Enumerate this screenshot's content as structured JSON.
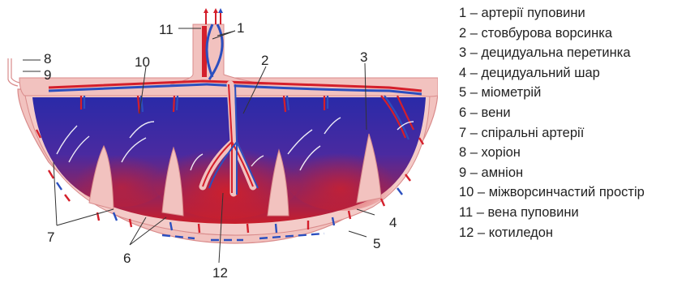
{
  "diagram": {
    "callouts": [
      "1",
      "2",
      "3",
      "4",
      "5",
      "6",
      "7",
      "8",
      "9",
      "10",
      "11",
      "12"
    ],
    "colors": {
      "tissue": "#f2c2bf",
      "tissue_edge": "#d98b8b",
      "maternal_blood_red": "#c81e2a",
      "maternal_blood_blue": "#2a2aa8",
      "artery": "#d41f2b",
      "vein": "#2b4fbf"
    }
  },
  "legend": {
    "items": [
      "1 – артерії пуповини",
      "2 – стовбурова ворсинка",
      "3 – децидуальна перетинка",
      "4 – децидуальний шар",
      "5 – міометрій",
      "6 – вени",
      "7 – спіральні артерії",
      "8 – хоріон",
      "9 – амніон",
      "10 – міжворсинчастий простір",
      "11 – вена пуповини",
      "12 – котиледон"
    ]
  }
}
